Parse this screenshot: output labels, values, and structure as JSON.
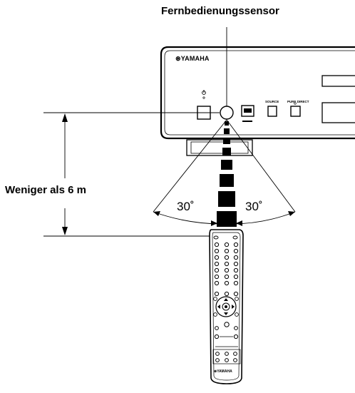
{
  "labels": {
    "sensor_title": "Fernbedienungssensor",
    "distance": "Weniger als 6 m",
    "angle_left": "30˚",
    "angle_right": "30˚"
  },
  "device": {
    "brand": "⊛YAMAHA",
    "source_label": "SOURCE",
    "pure_direct_label": "PURE DIRECT"
  },
  "remote": {
    "brand": "⊛YAMAHA"
  }
}
